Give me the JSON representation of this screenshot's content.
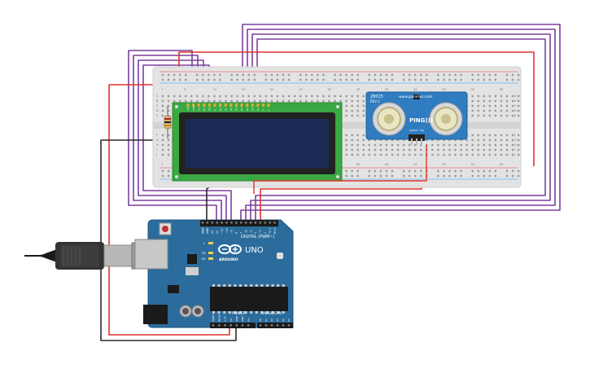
{
  "breadboard": {
    "col_numbers": [
      "1",
      "5",
      "10",
      "15",
      "20",
      "25",
      "30",
      "35",
      "40",
      "45",
      "50",
      "55",
      "60"
    ],
    "row_letters_top": [
      "A",
      "B",
      "C",
      "D",
      "E"
    ],
    "row_letters_bottom": [
      "F",
      "G",
      "H",
      "I",
      "J"
    ]
  },
  "lcd": {
    "pin_labels": [
      "VSS",
      "VDD",
      "V0",
      "RS",
      "RW",
      "E",
      "D0",
      "D1",
      "D2",
      "D3",
      "D4",
      "D5",
      "D6",
      "D7",
      "A",
      "K"
    ]
  },
  "ping": {
    "brand": "PING)))",
    "site": "www.parallax.com",
    "model": "28015",
    "rev": "REV C",
    "pin_labels": [
      "GND",
      "5V",
      "SIG"
    ]
  },
  "arduino": {
    "brand": "ARDUINO",
    "model": "UNO",
    "digital_label": "DIGITAL (PWM~)",
    "power_label": "POWER",
    "analog_label": "ANALOG IN",
    "top_pins": [
      "AREF",
      "GND",
      "13",
      "12",
      "~11",
      "~10",
      "~9",
      "8",
      "7",
      "~6",
      "~5",
      "4",
      "~3",
      "2",
      "TX 1",
      "RX 0"
    ],
    "power_pins": [
      "IOREF",
      "RESET",
      "3.3V",
      "5V",
      "GND",
      "GND",
      "Vin"
    ],
    "analog_pins": [
      "A0",
      "A1",
      "A2",
      "A3",
      "A4",
      "A5"
    ],
    "leds": [
      "L",
      "TX",
      "RX"
    ]
  },
  "colors": {
    "wire_purple": "#7b3f9e",
    "wire_red": "#e0342c",
    "wire_black": "#2a2a2a",
    "board_blue": "#2c6c9c",
    "lcd_green": "#3aa843",
    "lcd_screen": "#1b2a55",
    "breadboard": "#e6e6e6",
    "ping_blue": "#2f7cc1"
  }
}
